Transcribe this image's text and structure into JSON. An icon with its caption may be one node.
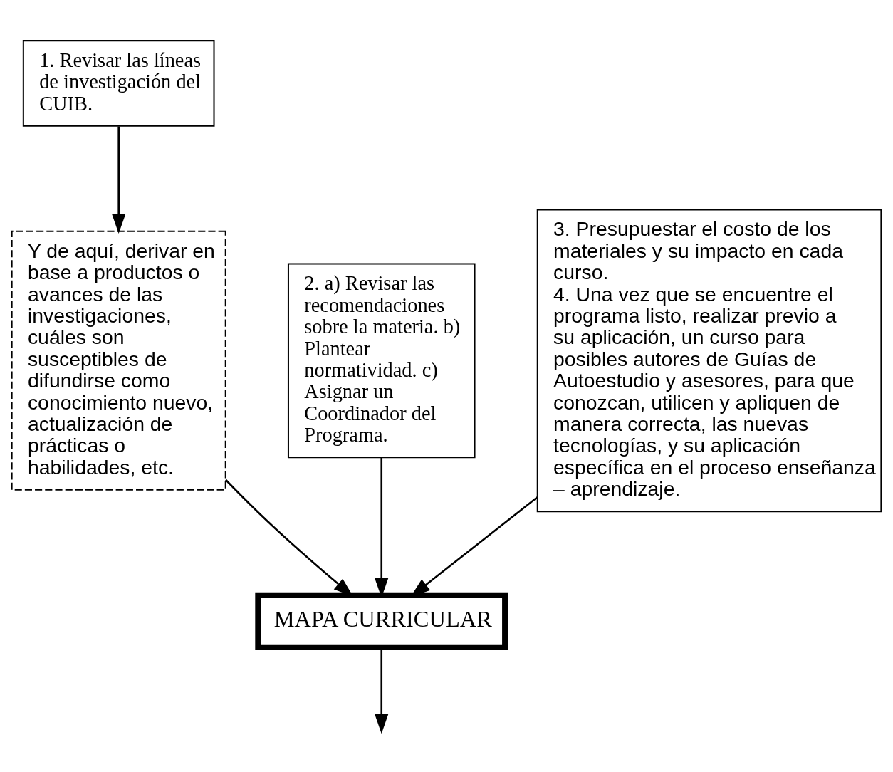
{
  "diagram": {
    "nodes": [
      {
        "text": [
          "1. Revisar las líneas de investigación del CUIB."
        ]
      },
      {
        "text": [
          "Y de aquí, derivar en base a productos o avances de las investigaciones, cuáles son susceptibles de difundirse como conocimiento nuevo, actualización de prácticas o habilidades, etc."
        ]
      },
      {
        "text": [
          "2. a) Revisar las recomendaciones sobre la materia. b) Plantear normatividad. c) Asignar un Coordinador del Programa."
        ]
      },
      {
        "text": [
          "3. Presupuestar el costo de los materiales y su impacto en cada curso.",
          "4. Una vez que se encuentre el programa listo, realizar previo a su aplicación, un curso para posibles autores de Guías de Autoestudio y asesores, para que conozcan, utilicen y apliquen de manera correcta, las nuevas tecnologías, y su aplicación específica en el proceso enseñanza – aprendizaje."
        ]
      },
      {
        "text": [
          "MAPA CURRICULAR"
        ]
      }
    ],
    "edges": [
      {
        "from": 0,
        "to": 1,
        "arrow": "to"
      },
      {
        "from": 1,
        "to": 4,
        "arrow": "to"
      },
      {
        "from": 2,
        "to": 4,
        "arrow": "to"
      },
      {
        "from": 3,
        "to": 4,
        "arrow": "to"
      },
      {
        "from": 4,
        "to": null,
        "arrow": "to"
      }
    ]
  }
}
